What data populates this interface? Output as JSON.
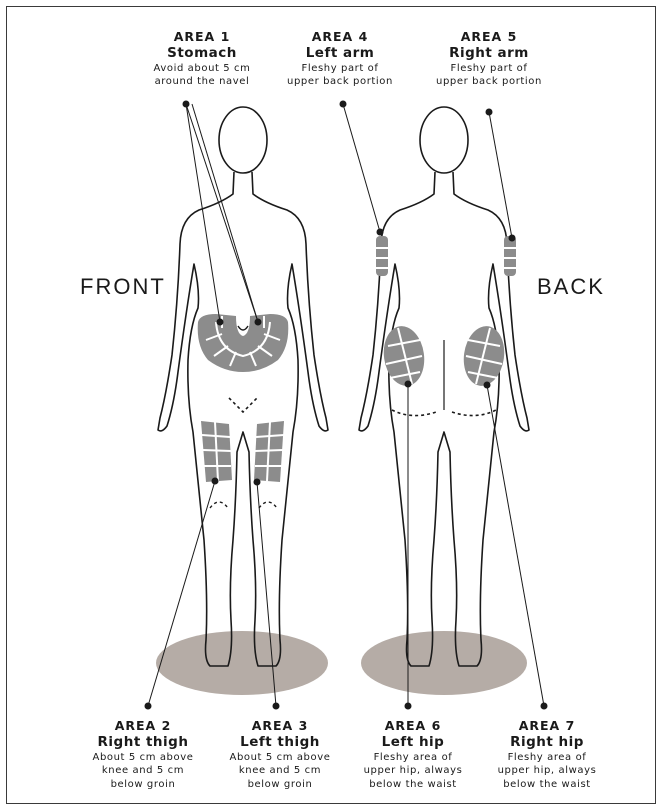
{
  "views": {
    "front_label": "FRONT",
    "back_label": "BACK"
  },
  "areas": [
    {
      "area": "AREA 1",
      "name": "Stomach",
      "desc1": "Avoid about 5 cm",
      "desc2": "around the navel",
      "desc3": ""
    },
    {
      "area": "AREA 4",
      "name": "Left arm",
      "desc1": "Fleshy part of",
      "desc2": "upper back portion",
      "desc3": ""
    },
    {
      "area": "AREA 5",
      "name": "Right arm",
      "desc1": "Fleshy part of",
      "desc2": "upper back portion",
      "desc3": ""
    },
    {
      "area": "AREA 2",
      "name": "Right thigh",
      "desc1": "About 5 cm above",
      "desc2": "knee and 5 cm",
      "desc3": "below groin"
    },
    {
      "area": "AREA 3",
      "name": "Left thigh",
      "desc1": "About 5 cm above",
      "desc2": "knee and 5 cm",
      "desc3": "below groin"
    },
    {
      "area": "AREA 6",
      "name": "Left hip",
      "desc1": "Fleshy area of",
      "desc2": "upper hip, always",
      "desc3": "below the waist"
    },
    {
      "area": "AREA 7",
      "name": "Right hip",
      "desc1": "Fleshy area of",
      "desc2": "upper hip, always",
      "desc3": "below the waist"
    }
  ],
  "colors": {
    "outline": "#1a1a1a",
    "zone_fill": "#8c8c8c",
    "floor_shadow": "#b5aca6"
  }
}
